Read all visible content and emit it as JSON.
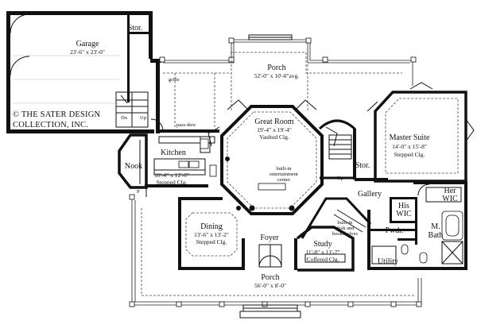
{
  "copyright": {
    "line1": "© THE SATER DESIGN",
    "line2": "COLLECTION, INC."
  },
  "rooms": {
    "garage": {
      "name": "Garage",
      "dims": "23'-6\" x 23'-0\""
    },
    "storage_garage": {
      "name": "Stor."
    },
    "porch_rear": {
      "name": "Porch",
      "dims": "52'-0\" x 10'-0\"avg."
    },
    "great_room": {
      "name": "Great Room",
      "dims": "19'-4\" x 19'-4\"",
      "ceiling": "Vaulted Clg."
    },
    "master_suite": {
      "name": "Master Suite",
      "dims": "14'-0\" x 15'-8\"",
      "ceiling": "Stepped Clg."
    },
    "her_wic": {
      "line1": "Her",
      "line2": "WIC"
    },
    "his_wic": {
      "line1": "His",
      "line2": "WIC"
    },
    "m_bath": {
      "line1": "M.",
      "line2": "Bath"
    },
    "pwdr": {
      "name": "Pwdr."
    },
    "utility": {
      "name": "Utility"
    },
    "storage_stair": {
      "name": "Stor."
    },
    "gallery": {
      "name": "Gallery"
    },
    "kitchen": {
      "name": "Kitchen",
      "dims": "18'-4\" x 12'-6\"",
      "ceiling": "Stepped Clg."
    },
    "nook": {
      "name": "Nook"
    },
    "dining": {
      "name": "Dining",
      "dims": "13'-6\" x 13'-2\"",
      "ceiling": "Stepped Clg."
    },
    "foyer": {
      "name": "Foyer"
    },
    "study": {
      "name": "Study",
      "dims": "11'-8\" x 11'-7\"",
      "ceiling": "Coffered Clg."
    },
    "porch_front": {
      "name": "Porch",
      "dims": "56'-0\" x 8'-0\""
    }
  },
  "notes": {
    "grille": "grille",
    "pass_thru": "pass-thru",
    "entertainment_1": "built-in",
    "entertainment_2": "entertainment",
    "entertainment_3": "center",
    "desk_1": "built-in",
    "desk_2": "desk and",
    "desk_3": "bookshelves",
    "dn": "Dn",
    "up_garage": "Up",
    "up_stair": "Up",
    "p": "P"
  }
}
